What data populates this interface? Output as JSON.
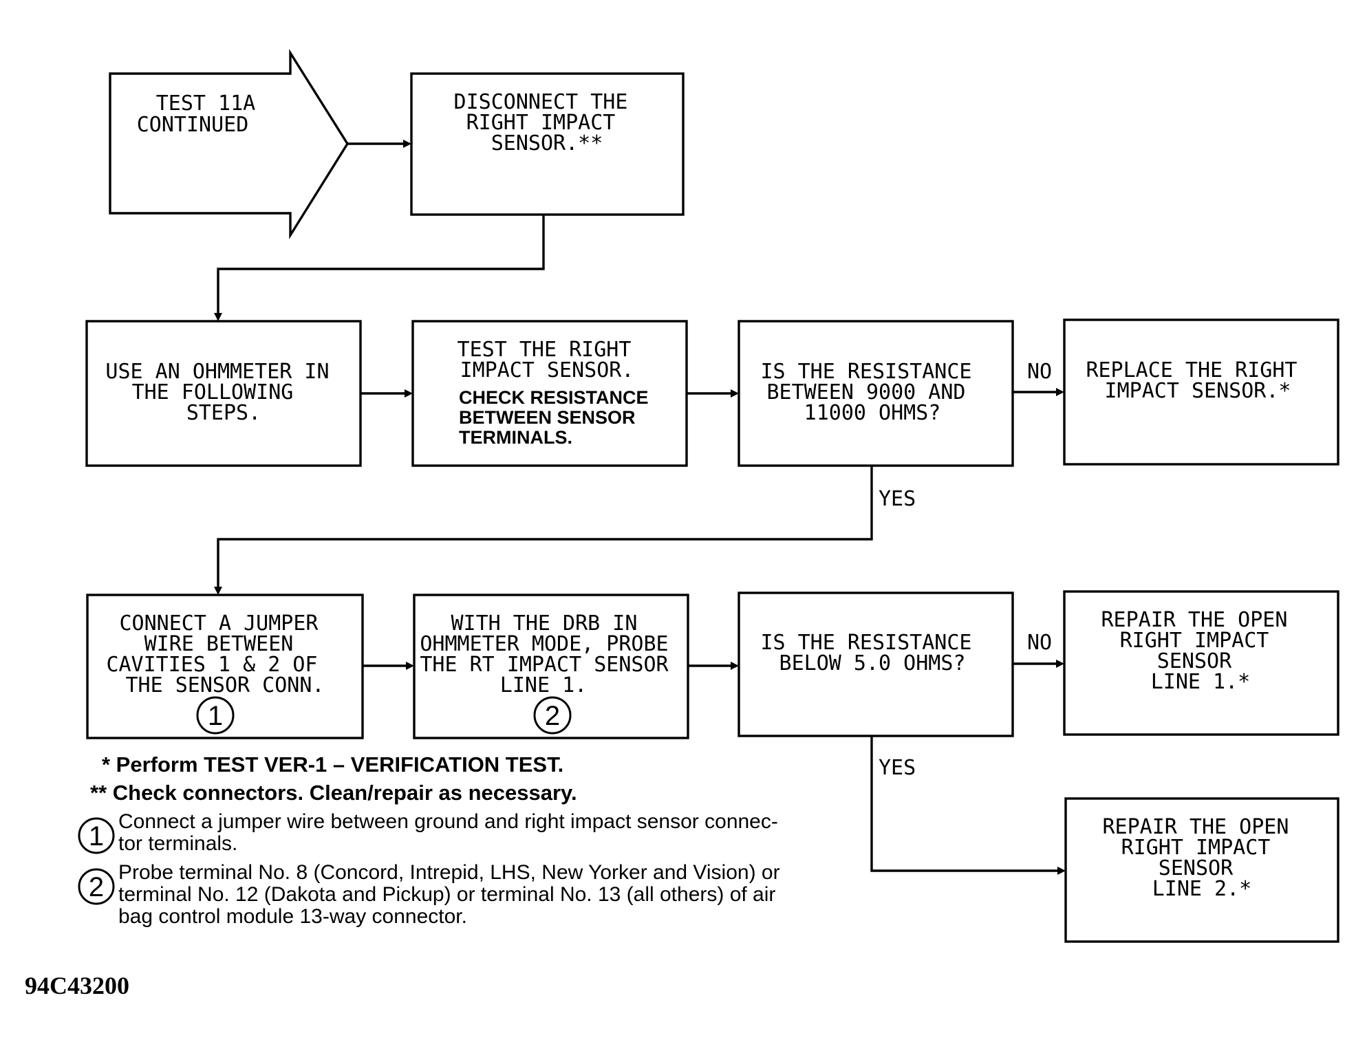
{
  "start": {
    "lines": [
      "TEST 11A",
      "CONTINUED"
    ]
  },
  "disconnect": {
    "lines": [
      "DISCONNECT THE",
      "RIGHT IMPACT",
      "SENSOR.**"
    ]
  },
  "use_ohmmeter": {
    "lines": [
      "USE AN OHMMETER IN",
      "THE FOLLOWING",
      "STEPS."
    ]
  },
  "test_sensor": {
    "lines": [
      "TEST THE RIGHT",
      "IMPACT SENSOR."
    ],
    "bold_lines": [
      "CHECK RESISTANCE",
      "BETWEEN SENSOR",
      "TERMINALS."
    ]
  },
  "decision1": {
    "lines": [
      "IS THE RESISTANCE",
      "BETWEEN 9000 AND",
      "11000 OHMS?"
    ]
  },
  "replace": {
    "lines": [
      "REPLACE THE RIGHT",
      "IMPACT SENSOR.*"
    ]
  },
  "jumper": {
    "lines": [
      "CONNECT A JUMPER",
      "WIRE BETWEEN",
      "CAVITIES 1 & 2 OF",
      "THE SENSOR CONN."
    ],
    "marker": "1"
  },
  "probe": {
    "lines": [
      "WITH THE DRB IN",
      "OHMMETER MODE, PROBE",
      "THE RT IMPACT SENSOR",
      "LINE 1."
    ],
    "marker": "2"
  },
  "decision2": {
    "lines": [
      "IS THE RESISTANCE",
      "BELOW 5.0 OHMS?"
    ]
  },
  "repair1": {
    "lines": [
      "REPAIR THE OPEN",
      "RIGHT IMPACT",
      "SENSOR",
      "LINE 1.*"
    ]
  },
  "repair2": {
    "lines": [
      "REPAIR THE OPEN",
      "RIGHT IMPACT",
      "SENSOR",
      "LINE 2.*"
    ]
  },
  "labels": {
    "no": "NO",
    "yes": "YES"
  },
  "notes": {
    "star": "* Perform TEST VER-1 – VERIFICATION TEST.",
    "double_star": "** Check connectors. Clean/repair as necessary.",
    "note1": {
      "marker": "1",
      "lines": [
        "Connect a jumper wire between ground and right impact sensor connec-",
        "tor terminals."
      ]
    },
    "note2": {
      "marker": "2",
      "lines": [
        "Probe terminal No. 8 (Concord, Intrepid, LHS, New Yorker and Vision) or",
        "terminal No. 12 (Dakota and Pickup) or terminal No. 13 (all others) of air",
        "bag control module 13-way connector."
      ]
    }
  },
  "figure_code": "94C43200"
}
